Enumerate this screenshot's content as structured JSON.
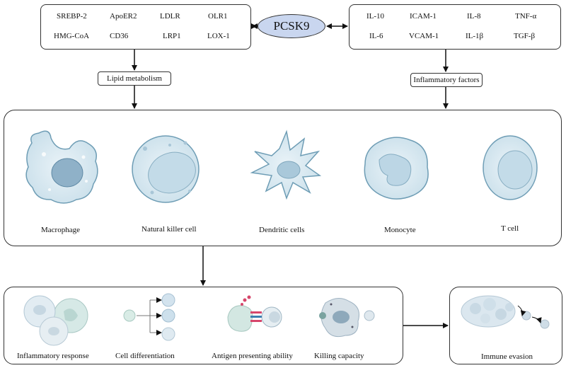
{
  "center": {
    "label": "PCSK9"
  },
  "lipid_box": {
    "items": [
      "SREBP-2",
      "ApoER2",
      "LDLR",
      "OLR1",
      "HMG-CoA",
      "CD36",
      "LRP1",
      "LOX-1"
    ]
  },
  "inflam_box": {
    "items": [
      "IL-10",
      "ICAM-1",
      "IL-8",
      "TNF-α",
      "IL-6",
      "VCAM-1",
      "IL-1β",
      "TGF-β"
    ]
  },
  "category_labels": {
    "lipid": "Lipid metabolism",
    "inflammatory": "Inflammatory factors"
  },
  "cells": [
    "Macrophage",
    "Natural killer cell",
    "Dendritic cells",
    "Monocyte",
    "T cell"
  ],
  "effects": [
    "Inflammatory response",
    "Cell differentiation",
    "Antigen presenting ability",
    "Killing capacity"
  ],
  "outcome": "Immune evasion"
}
